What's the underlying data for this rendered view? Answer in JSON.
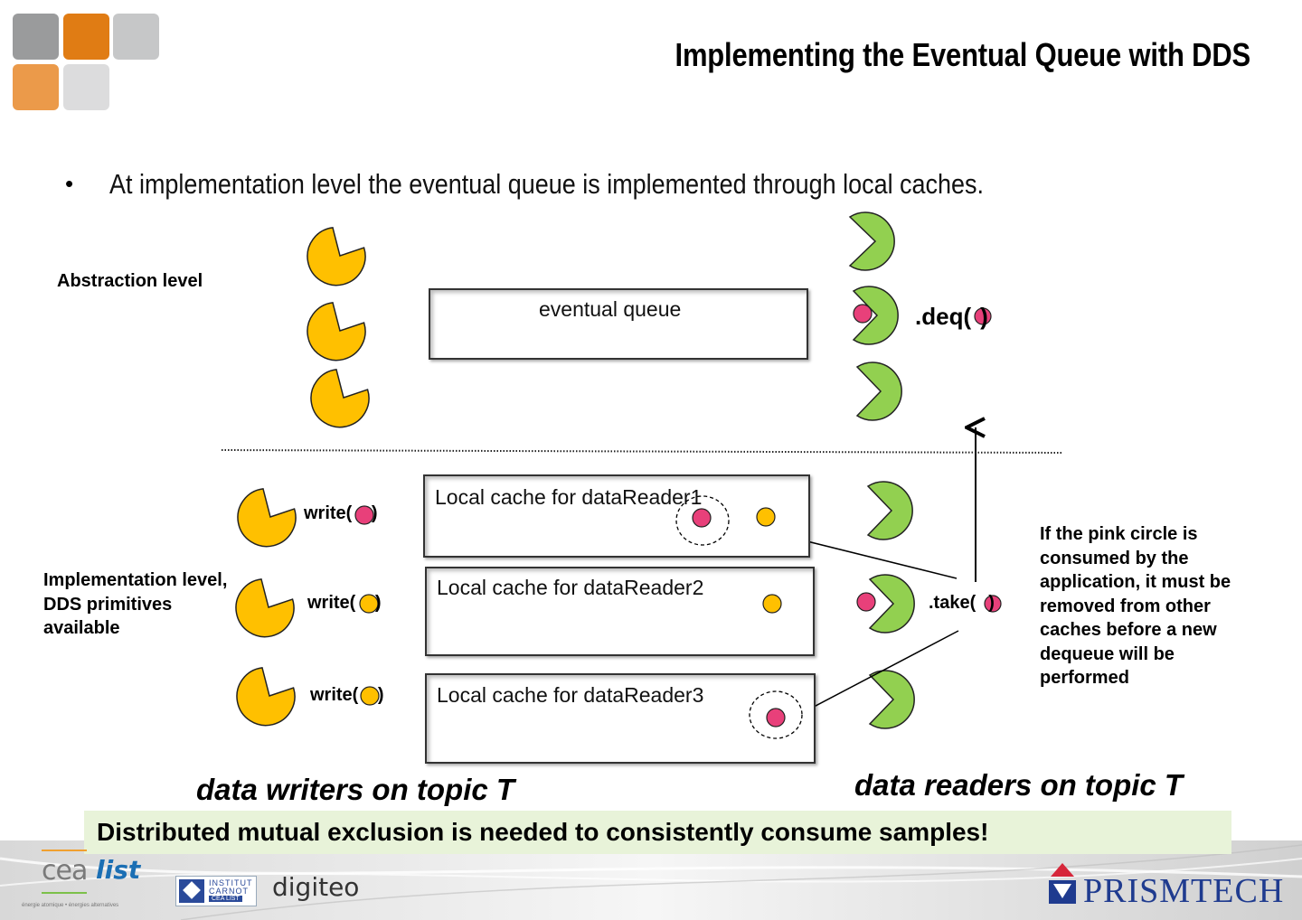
{
  "slide": {
    "title": "Implementing the Eventual Queue with DDS",
    "bullet": "At implementation level the eventual queue is implemented through local caches.",
    "bullet_marker": "•"
  },
  "diagram": {
    "abstraction_label": "Abstraction level",
    "implementation_label": "Implementation level, DDS primitives available",
    "eventual_queue_label": "eventual queue",
    "deq_prefix": ".deq(",
    "deq_suffix": ")",
    "caches": [
      {
        "label": "Local cache for dataReader1"
      },
      {
        "label": "Local cache for dataReader2"
      },
      {
        "label": "Local cache for dataReader3"
      }
    ],
    "write_ops": [
      {
        "prefix": "write(",
        "suffix": " )"
      },
      {
        "prefix": "write(",
        "suffix": " )"
      },
      {
        "prefix": "write(",
        "suffix": " )"
      }
    ],
    "take_prefix": ".take(",
    "take_suffix": ")",
    "writers_label": "data writers on topic T",
    "readers_label": "data readers on topic T",
    "note": "If the pink circle is consumed by the application, it must be removed from other caches before a new dequeue will be performed"
  },
  "banner": "Distributed mutual exclusion is needed to consistently consume samples!",
  "footer": {
    "cea": "cea",
    "list": "list",
    "cea_tagline": "énergie atomique • énergies alternatives",
    "carnot_line1": "INSTITUT",
    "carnot_line2": "CARNOT",
    "carnot_line3": "CEA LIST",
    "digiteo": "digiteo",
    "prismtech": "PRISMTECH"
  },
  "colors": {
    "writer_yellow": "#FFC000",
    "reader_green": "#92D050",
    "sample_pink": "#E8407A",
    "sample_yellow": "#FFC000",
    "logo_orange": "#E07C14",
    "logo_light_orange": "#EB9A4A",
    "logo_gray": "#9A9B9C",
    "banner_green": "#E8F3D9",
    "prismtech_blue": "#1F3B8F",
    "prismtech_red": "#D6263A"
  }
}
